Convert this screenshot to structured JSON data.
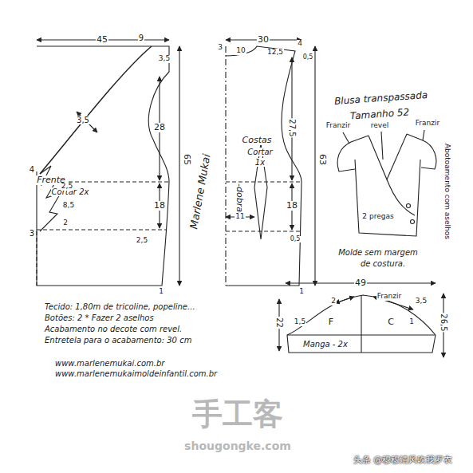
{
  "diagram": {
    "labels": [
      "45",
      "9",
      "3,5",
      "28",
      "3,5",
      "Frente",
      "Cortar 2x",
      "4",
      "2,5",
      "8,5",
      "2",
      "3",
      "18",
      "2,5",
      "65",
      "1",
      "30",
      "3",
      "10",
      "12,5",
      "4",
      "0,5",
      "Costas",
      "Cortar",
      "1x",
      "27,5",
      "-dobra-",
      "18",
      "11",
      "0,5",
      "63",
      "1",
      "Marlene Mukai",
      "Blusa transpassada",
      "Tamanho 52",
      "Franzir",
      "revel",
      "Franzir",
      "Abotoamento com aselhos",
      "2 pregas",
      "Molde sem margem",
      "de costura.",
      "Tecido: 1,80m de tricoline, popeline...",
      "Botões: 2 * Fazer 2 aselhos",
      "Acabamento no decote com revel.",
      "Entretela para o acabamento: 30 cm",
      "www.marlenemukai.com.br",
      "www.marlenemukaimoldeinfantil.com.br",
      "49",
      "2",
      "Franzir",
      "3,5",
      "1,5",
      "22",
      "F",
      "C",
      "1",
      "26,5",
      "Manga - 2x",
      "手工客",
      "shougongke.com",
      "头条 @穆穆清风吹我罗衣"
    ]
  }
}
